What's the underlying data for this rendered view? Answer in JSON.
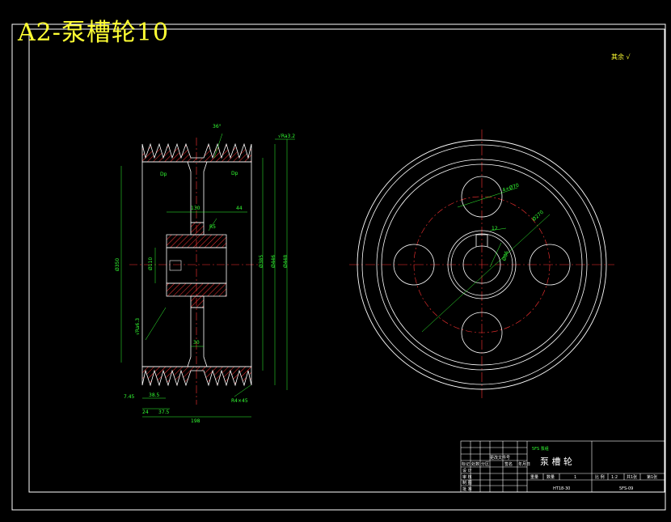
{
  "drawing": {
    "title": "A2-泵槽轮10",
    "note": "其余 √",
    "dimensions": {
      "angle": "36°",
      "ra_top": "√Ra3.2",
      "dp_left": "Dp",
      "dp_right": "Dp",
      "w130": "130",
      "w44": "44",
      "r8": "R5",
      "d110": "Ø110",
      "d350": "Ø350",
      "d385": "Ø385",
      "d446": "Ø446",
      "d448": "Ø448",
      "w30": "30",
      "c745": "7.45",
      "c38": "38.5",
      "c24": "24",
      "c375": "37.5",
      "w198": "198",
      "r4x45": "R4×45",
      "ra_bottom": "√Ra6.3",
      "d270": "Ø270",
      "d50": "4×Ø70",
      "key": "12",
      "hub": "Ø86"
    },
    "title_block": {
      "org": "5FS 泵组",
      "part_name": "泵 槽 轮",
      "material": "HT18-30",
      "drawing_no": "5FS-09",
      "scale_label": "比 例",
      "scale": "1:2",
      "sheet_label": "共1张",
      "sheet_no": "第1张",
      "qty_label": "数量",
      "qty": "1",
      "weight_label": "重量",
      "designer": "设 计",
      "checker": "审 核",
      "approver": "批 准",
      "drawer": "制 图",
      "row_labels": [
        "标记",
        "处数",
        "分区",
        "更改文件号",
        "签名",
        "年月日"
      ]
    }
  }
}
